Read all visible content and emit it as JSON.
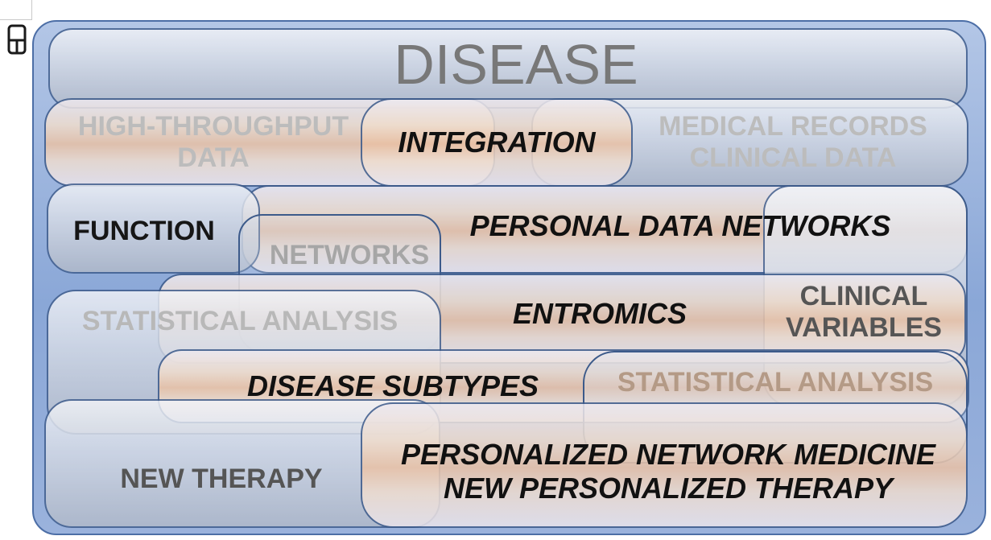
{
  "diagram": {
    "title": "DISEASE",
    "labels": {
      "high_throughput": "HIGH-THROUGHPUT\nDATA",
      "integration": "INTEGRATION",
      "medical_records": "MEDICAL RECORDS\nCLINICAL DATA",
      "function": "FUNCTION",
      "personal_data_networks": "PERSONAL DATA NETWORKS",
      "networks": "NETWORKS",
      "clinical_variables": "CLINICAL\nVARIABLES",
      "entromics": "ENTROMICS",
      "statistical_analysis_left": "STATISTICAL ANALYSIS",
      "disease_subtypes": "DISEASE SUBTYPES",
      "statistical_analysis_right": "STATISTICAL ANALYSIS",
      "new_therapy": "NEW THERAPY",
      "personalized": "PERSONALIZED NETWORK MEDICINE\nNEW PERSONALIZED THERAPY"
    },
    "colors": {
      "outer_fill": "#9cb4de",
      "border": "#3c5a8a",
      "warm_band": "#e9c1a5",
      "grey_band": "#c4cad6"
    }
  }
}
